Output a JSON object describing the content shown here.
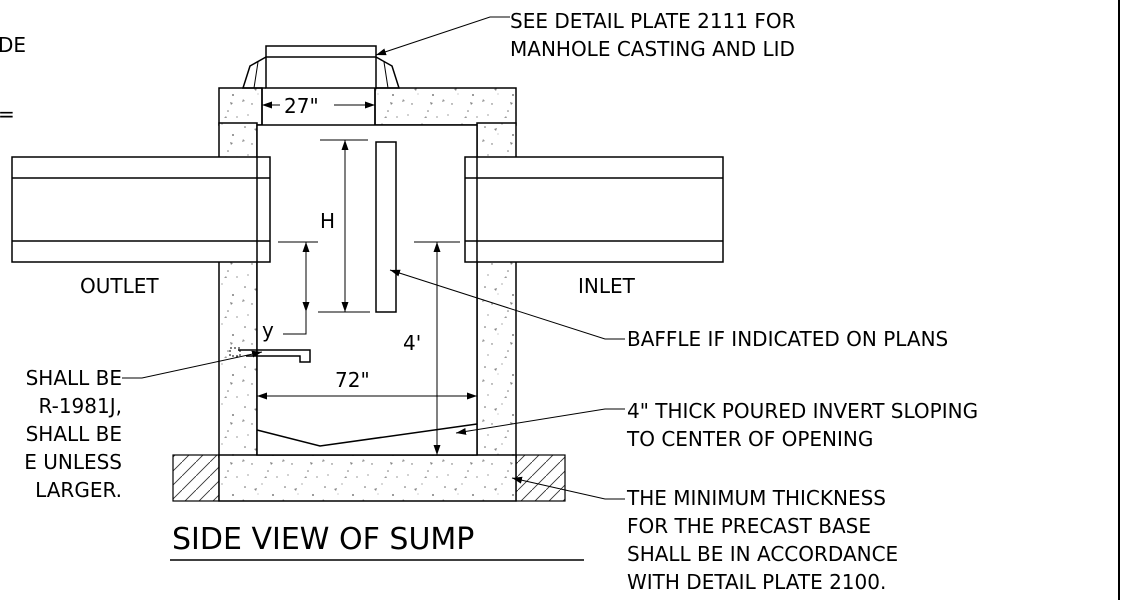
{
  "title": "SIDE VIEW OF SUMP",
  "labels": {
    "outlet": "OUTLET",
    "inlet": "INLET",
    "dim_27": "27\"",
    "dim_72": "72\"",
    "dim_4ft": "4'",
    "dim_h": "H",
    "dim_y": "y"
  },
  "notes": {
    "casting_1": "SEE DETAIL PLATE 2111 FOR",
    "casting_2": "MANHOLE CASTING AND LID",
    "baffle": "BAFFLE IF INDICATED ON PLANS",
    "invert_1": "4\" THICK POURED INVERT SLOPING",
    "invert_2": "TO CENTER OF OPENING",
    "base_1": "THE MINIMUM THICKNESS",
    "base_2": "FOR THE PRECAST BASE",
    "base_3": "SHALL BE IN ACCORDANCE",
    "base_4": "WITH DETAIL PLATE 2100.",
    "left_1": "SHALL BE",
    "left_2": "R-1981J,",
    "left_3": "SHALL BE",
    "left_4": "E UNLESS",
    "left_5": "LARGER.",
    "top_left_1": "DE",
    "top_left_2": "="
  }
}
